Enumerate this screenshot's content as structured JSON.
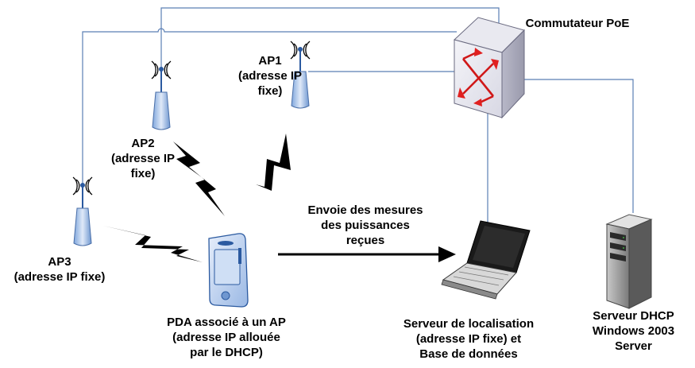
{
  "switch": {
    "lines": [
      "Commutateur PoE"
    ]
  },
  "ap1": {
    "lines": [
      "AP1",
      "(adresse IP",
      "fixe)"
    ]
  },
  "ap2": {
    "lines": [
      "AP2",
      "(adresse IP",
      "fixe)"
    ]
  },
  "ap3": {
    "lines": [
      "AP3",
      "(adresse IP fixe)"
    ]
  },
  "pda": {
    "lines": [
      "PDA associé à un AP",
      "(adresse IP allouée",
      "par le DHCP)"
    ]
  },
  "arrow_label": {
    "lines": [
      "Envoie des mesures",
      "des puissances",
      "reçues"
    ]
  },
  "loc_server": {
    "lines": [
      "Serveur de localisation",
      "(adresse IP fixe) et",
      "Base de données"
    ]
  },
  "dhcp_server": {
    "lines": [
      "Serveur DHCP",
      "Windows 2003",
      "Server"
    ]
  },
  "colors": {
    "wire": "#5b7fb5",
    "ap_fill": "#8fb4e6",
    "switch_arrow": "#e02020",
    "bolt": "#000000"
  }
}
